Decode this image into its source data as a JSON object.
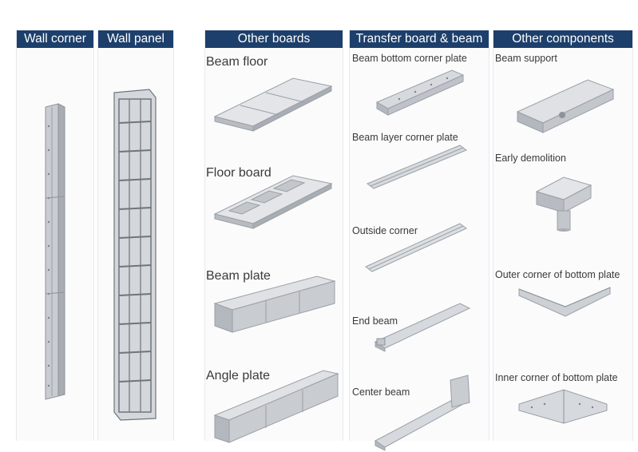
{
  "columns": [
    {
      "header": "Wall corner",
      "items": []
    },
    {
      "header": "Wall panel",
      "items": []
    },
    {
      "header": "Other boards",
      "items": [
        "Beam floor",
        "Floor board",
        "Beam plate",
        "Angle plate"
      ]
    },
    {
      "header": "Transfer board & beam",
      "items": [
        "Beam bottom corner plate",
        "Beam layer corner plate",
        "Outside corner",
        "End beam",
        "Center beam"
      ]
    },
    {
      "header": "Other components",
      "items": [
        "Beam support",
        "Early demolition",
        "Outer corner of bottom plate",
        "Inner corner of bottom plate"
      ]
    }
  ],
  "colors": {
    "header_bg": "#1d3f6b",
    "header_text": "#ffffff",
    "metal": "#c9ccd1",
    "metal_dark": "#8e939a"
  },
  "icons": [
    "wall-corner-profile",
    "wall-panel-frame",
    "beam-floor-panel",
    "floor-board-panel",
    "beam-plate-panel",
    "angle-plate-panel",
    "beam-bottom-corner-plate",
    "beam-layer-corner-plate",
    "outside-corner-profile",
    "end-beam-profile",
    "center-beam-profile",
    "beam-support-part",
    "early-demolition-part",
    "outer-corner-bottom-plate",
    "inner-corner-bottom-plate"
  ]
}
